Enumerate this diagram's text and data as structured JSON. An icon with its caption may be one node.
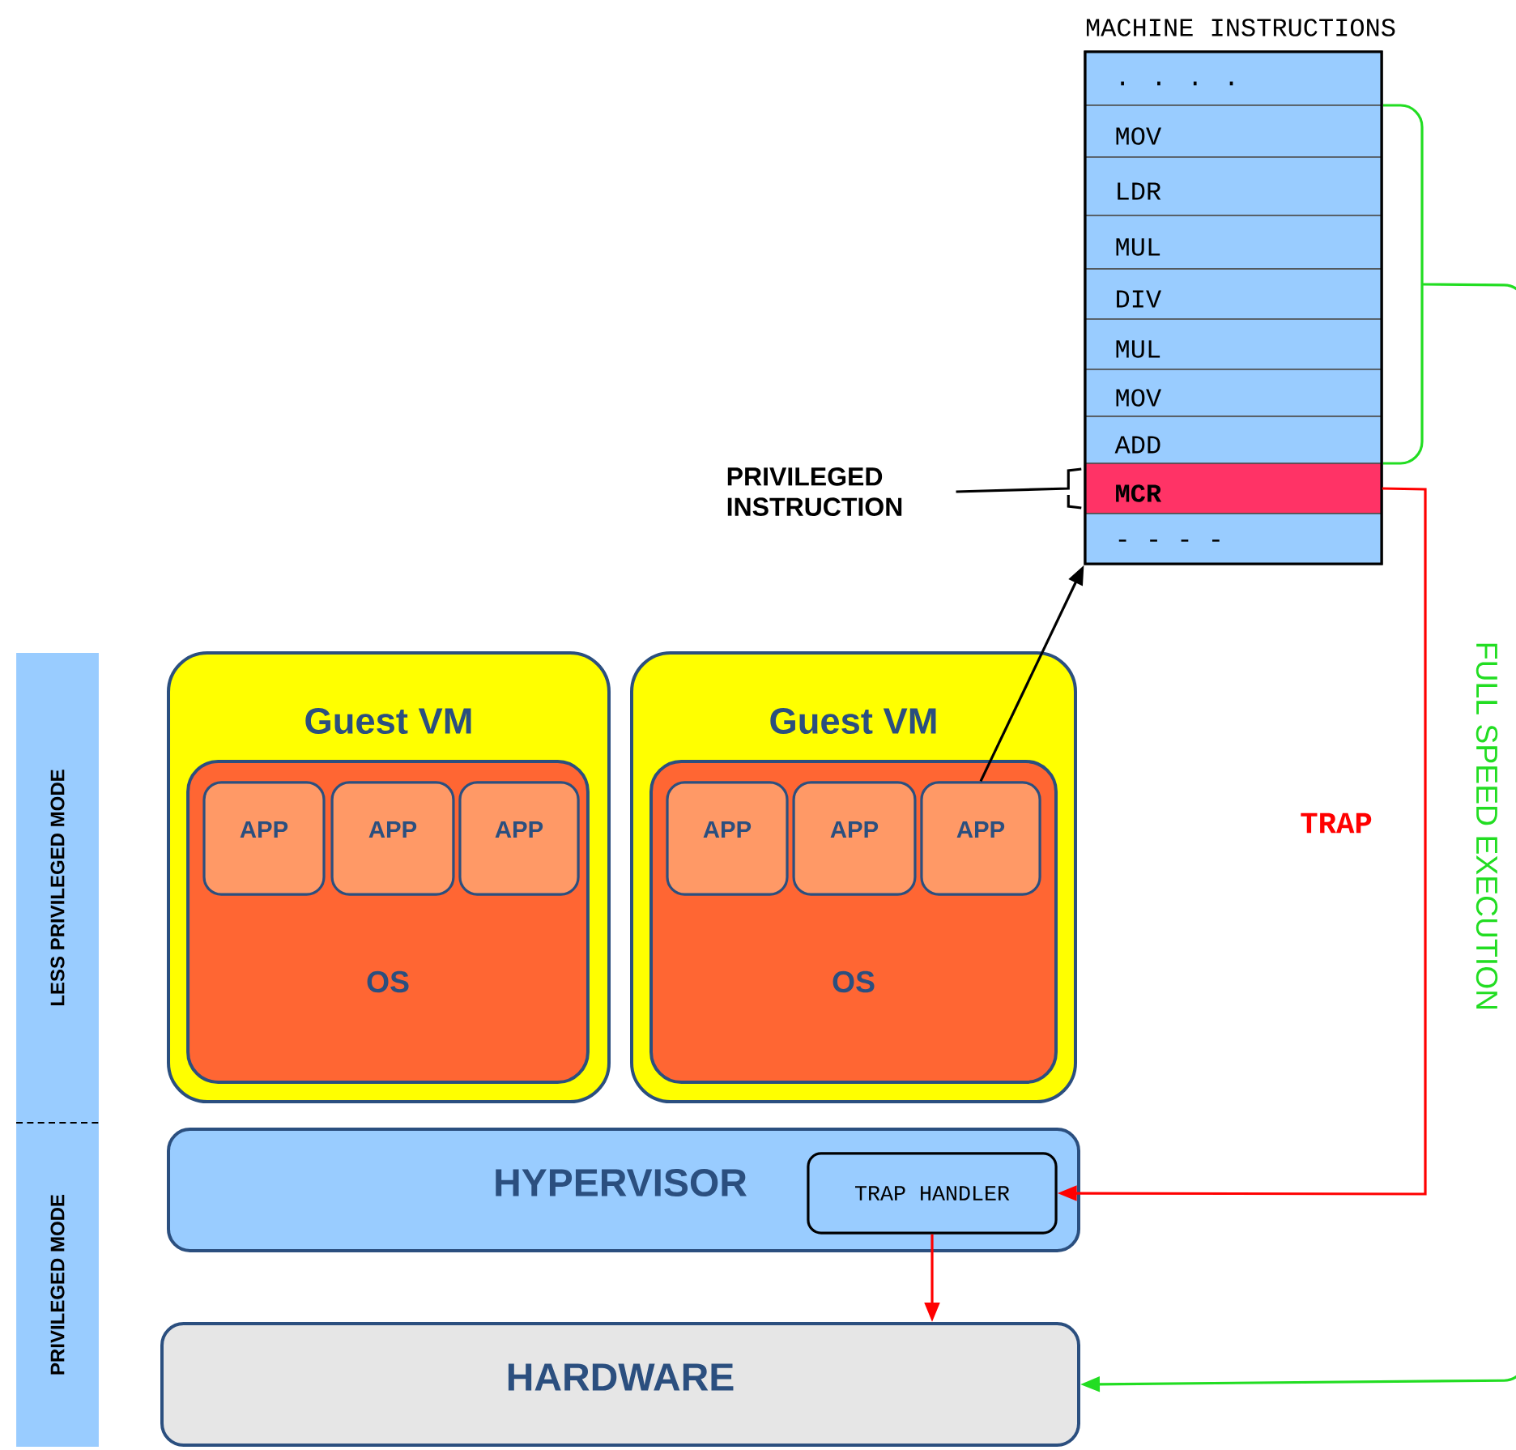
{
  "diagram": {
    "nodes": [
      {
        "text": [
          "MACHINE INSTRUCTIONS"
        ]
      },
      {
        "text": [
          ". . . ."
        ],
        "in": 0
      },
      {
        "text": [
          "MOV"
        ],
        "in": 0
      },
      {
        "text": [
          "LDR"
        ],
        "in": 0
      },
      {
        "text": [
          "MUL"
        ],
        "in": 0
      },
      {
        "text": [
          "DIV"
        ],
        "in": 0
      },
      {
        "text": [
          "MUL"
        ],
        "in": 0
      },
      {
        "text": [
          "MOV"
        ],
        "in": 0
      },
      {
        "text": [
          "ADD"
        ],
        "in": 0
      },
      {
        "text": [
          "MCR"
        ],
        "in": 0
      },
      {
        "text": [
          "- - - -"
        ],
        "in": 0
      },
      {
        "text": [
          "PRIVILEGED INSTRUCTION"
        ]
      },
      {
        "text": [
          "Guest VM"
        ]
      },
      {
        "text": [
          "OS"
        ],
        "in": 12
      },
      {
        "text": [
          "APP"
        ],
        "in": 13
      },
      {
        "text": [
          "APP"
        ],
        "in": 13
      },
      {
        "text": [
          "APP"
        ],
        "in": 13
      },
      {
        "text": [
          "Guest VM"
        ]
      },
      {
        "text": [
          "OS"
        ],
        "in": 17
      },
      {
        "text": [
          "APP"
        ],
        "in": 18
      },
      {
        "text": [
          "APP"
        ],
        "in": 18
      },
      {
        "text": [
          "APP"
        ],
        "in": 18
      },
      {
        "text": [
          "HYPERVISOR"
        ]
      },
      {
        "text": [
          "TRAP HANDLER"
        ],
        "in": 22
      },
      {
        "text": [
          "HARDWARE"
        ]
      },
      {
        "text": [
          "LESS PRIVILEGED MODE"
        ]
      },
      {
        "text": [
          "PRIVILEGED MODE"
        ]
      },
      {
        "text": [],
        "shape": "brace"
      }
    ],
    "edges": [
      {
        "from": 11,
        "to": 9,
        "arrow": "none"
      },
      {
        "from": 21,
        "to": 0,
        "arrow": "to"
      },
      {
        "from": 9,
        "to": 23,
        "arrow": "to",
        "label": "TRAP",
        "color": "#ff0000"
      },
      {
        "from": 23,
        "to": 24,
        "arrow": "to",
        "color": "#ff0000"
      },
      {
        "from": 27,
        "to": 24,
        "arrow": "to",
        "label": "FULL SPEED EXECUTION",
        "color": "#22dd22"
      }
    ]
  }
}
